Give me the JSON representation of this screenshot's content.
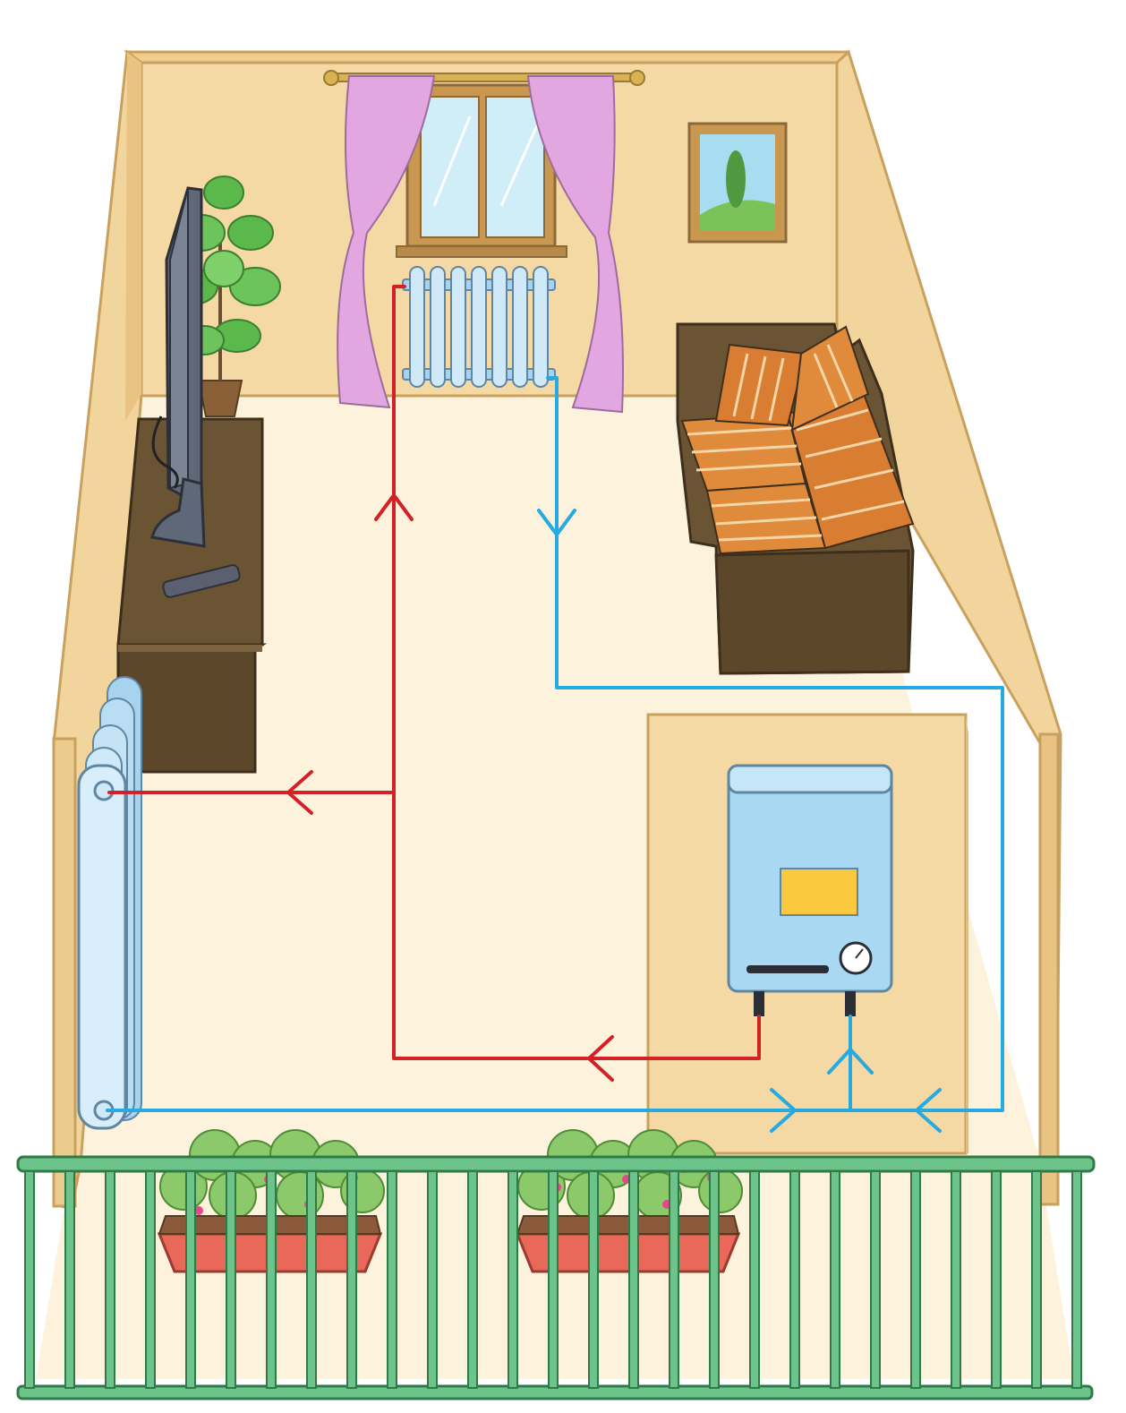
{
  "diagram": {
    "type": "central-heating-circuit",
    "colors": {
      "hot_pipe": "#d42127",
      "cold_pipe": "#27a9e1",
      "wall": "#f5d9a4",
      "wall_edge": "#c9a15e",
      "floor": "#fdf3dc",
      "railing": "#6cc48a",
      "radiator": "#b9def3",
      "boiler": "#a9d8f2",
      "boiler_display": "#fbc93d",
      "sofa": "#6b5434",
      "cushion": "#e08a3c",
      "curtain": "#e2a7e0",
      "tv_stand": "#6b5434"
    },
    "components": [
      {
        "name": "boiler",
        "icon": "boiler-icon"
      },
      {
        "name": "radiator-window",
        "icon": "radiator-icon"
      },
      {
        "name": "radiator-left",
        "icon": "radiator-icon"
      },
      {
        "name": "hot-water-pipe",
        "icon": "red-pipe"
      },
      {
        "name": "return-water-pipe",
        "icon": "blue-pipe"
      }
    ],
    "flow_arrows": {
      "hot": [
        "up",
        "left",
        "left"
      ],
      "cold": [
        "down",
        "right",
        "left",
        "up"
      ]
    }
  }
}
